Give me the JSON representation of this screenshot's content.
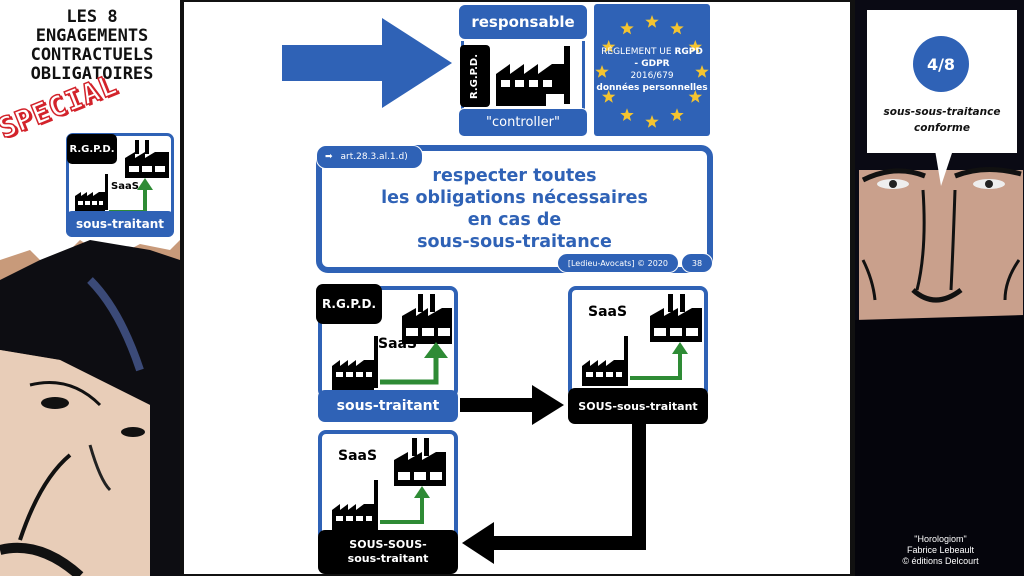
{
  "left_panel": {
    "title_lines": [
      "LES 8",
      "ENGAGEMENTS",
      "CONTRACTUELS",
      "OBLIGATOIRES"
    ],
    "special_label": "SPECIAL",
    "mini_card": {
      "badge": "R.G.P.D.",
      "saas": "SaaS",
      "label": "sous-traitant"
    }
  },
  "slide": {
    "responsable_card": {
      "title": "responsable",
      "badge": "R.G.P.D.",
      "subtitle": "\"controller\""
    },
    "eu_card": {
      "line1": "RÈGLEMENT UE",
      "line1_bold": "RGPD",
      "line2": "- GDPR",
      "line3": "2016/679",
      "line4": "données personnelles"
    },
    "obligation": {
      "reference": "art.28.3.al.1.d)",
      "lines": [
        "respecter toutes",
        "les obligations nécessaires",
        "en cas de",
        "sous-sous-traitance"
      ],
      "footer": "[Ledieu-Avocats] © 2020",
      "page_number": "38"
    },
    "nodes": {
      "sous_traitant": {
        "badge": "R.G.P.D.",
        "saas": "SaaS",
        "label": "sous-traitant"
      },
      "sous_sous_traitant": {
        "saas": "SaaS",
        "label": "SOUS-sous-traitant"
      },
      "sous_sous_sous_traitant": {
        "saas": "SaaS",
        "label_line1": "SOUS-SOUS-",
        "label_line2": "sous-traitant"
      }
    }
  },
  "right_panel": {
    "step": "4/8",
    "bubble_lines": [
      "sous-sous-traitance",
      "conforme"
    ],
    "credits": [
      "\"Horologiom\"",
      "Fabrice Lebeault",
      "© éditions Delcourt"
    ]
  },
  "colors": {
    "brand_blue": "#2f62b6",
    "arrow_green": "#2e8b35",
    "special_red": "#d3232b",
    "star_yellow": "#f4c430"
  }
}
